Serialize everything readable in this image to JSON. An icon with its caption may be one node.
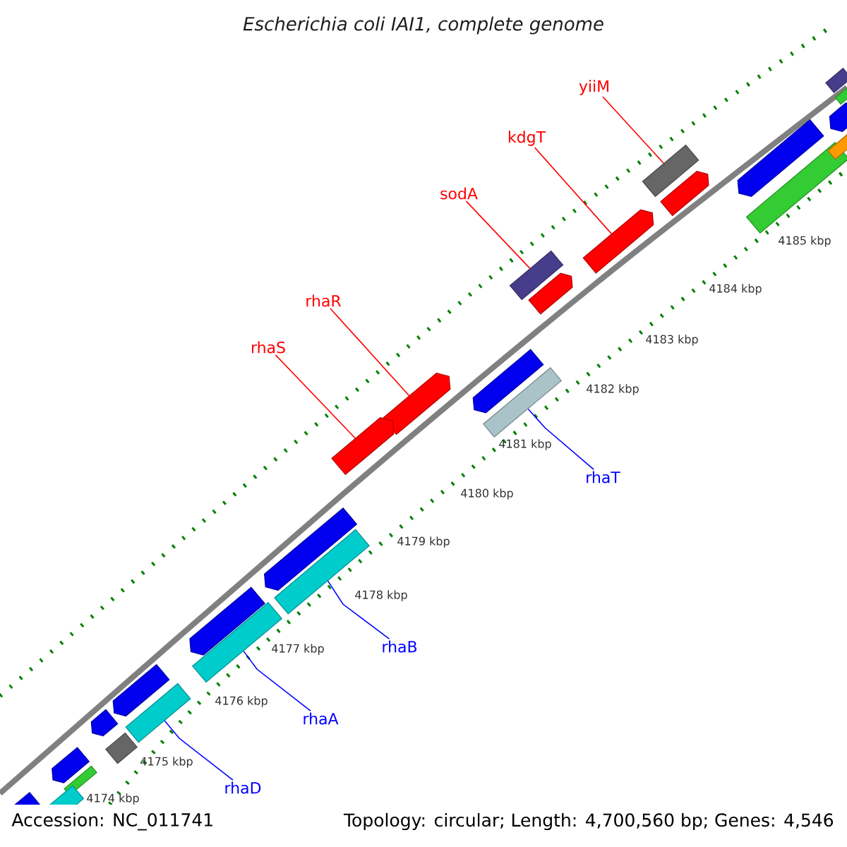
{
  "diagram": {
    "title": "Escherichia coli IAI1, complete genome",
    "nodes": [
      {
        "text": [
          "yiiM"
        ]
      },
      {
        "text": [
          "kdgT"
        ]
      },
      {
        "text": [
          "sodA"
        ]
      },
      {
        "text": [
          "rhaR"
        ]
      },
      {
        "text": [
          "rhaS"
        ]
      },
      {
        "text": [
          "rhaT"
        ]
      },
      {
        "text": [
          "rhaB"
        ]
      },
      {
        "text": [
          "rhaA"
        ]
      },
      {
        "text": [
          "rhaD"
        ]
      },
      {
        "text": [],
        "shape": "box"
      },
      {
        "text": [],
        "shape": "pentagon"
      },
      {
        "text": [],
        "shape": "box"
      },
      {
        "text": [],
        "shape": "pentagon"
      },
      {
        "text": [],
        "shape": "pentagon"
      },
      {
        "text": [],
        "shape": "box"
      },
      {
        "text": [],
        "shape": "box"
      },
      {
        "text": [],
        "shape": "box"
      },
      {
        "text": [],
        "shape": "box"
      }
    ],
    "edges": [
      {
        "from": 0,
        "to": 9,
        "arrow": "none"
      },
      {
        "from": 1,
        "to": 10,
        "arrow": "none"
      },
      {
        "from": 2,
        "to": 11,
        "arrow": "none"
      },
      {
        "from": 3,
        "to": 12,
        "arrow": "none"
      },
      {
        "from": 4,
        "to": 13,
        "arrow": "none"
      },
      {
        "from": 5,
        "to": 14,
        "arrow": "none",
        "color": "#0000ff"
      },
      {
        "from": 6,
        "to": 15,
        "arrow": "none",
        "color": "#0000ff"
      },
      {
        "from": 7,
        "to": 16,
        "arrow": "none",
        "color": "#0000ff"
      },
      {
        "from": 8,
        "to": 17,
        "arrow": "none",
        "color": "#0000ff"
      }
    ],
    "labels": [
      "4185 kbp",
      "4184 kbp",
      "4183 kbp",
      "4182 kbp",
      "4181 kbp",
      "4180 kbp",
      "4179 kbp",
      "4178 kbp",
      "4177 kbp",
      "4176 kbp",
      "4175 kbp",
      "4174 kbp",
      "Accession: NC_011741",
      "Topology: circular; Length: 4,700,560 bp; Genes: 4,546"
    ]
  }
}
